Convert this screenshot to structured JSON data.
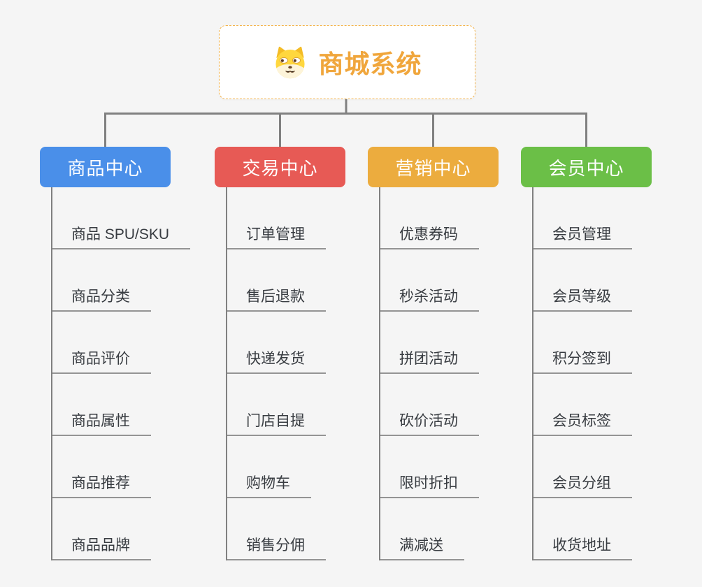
{
  "root": {
    "title": "商城系统",
    "icon": "dog-icon"
  },
  "branches": [
    {
      "label": "商品中心",
      "color": "#4a8fe9",
      "children": [
        "商品 SPU/SKU",
        "商品分类",
        "商品评价",
        "商品属性",
        "商品推荐",
        "商品品牌"
      ]
    },
    {
      "label": "交易中心",
      "color": "#e75a55",
      "children": [
        "订单管理",
        "售后退款",
        "快递发货",
        "门店自提",
        "购物车",
        "销售分佣"
      ]
    },
    {
      "label": "营销中心",
      "color": "#ecac3e",
      "children": [
        "优惠券码",
        "秒杀活动",
        "拼团活动",
        "砍价活动",
        "限时折扣",
        "满减送"
      ]
    },
    {
      "label": "会员中心",
      "color": "#6bbf47",
      "children": [
        "会员管理",
        "会员等级",
        "积分签到",
        "会员标签",
        "会员分组",
        "收货地址"
      ]
    }
  ],
  "colors": {
    "background": "#f5f5f5",
    "connector": "#808080",
    "root_border": "#f3b44d",
    "root_text": "#f0a63c",
    "child_text": "#383c41",
    "underline": "#949494"
  }
}
